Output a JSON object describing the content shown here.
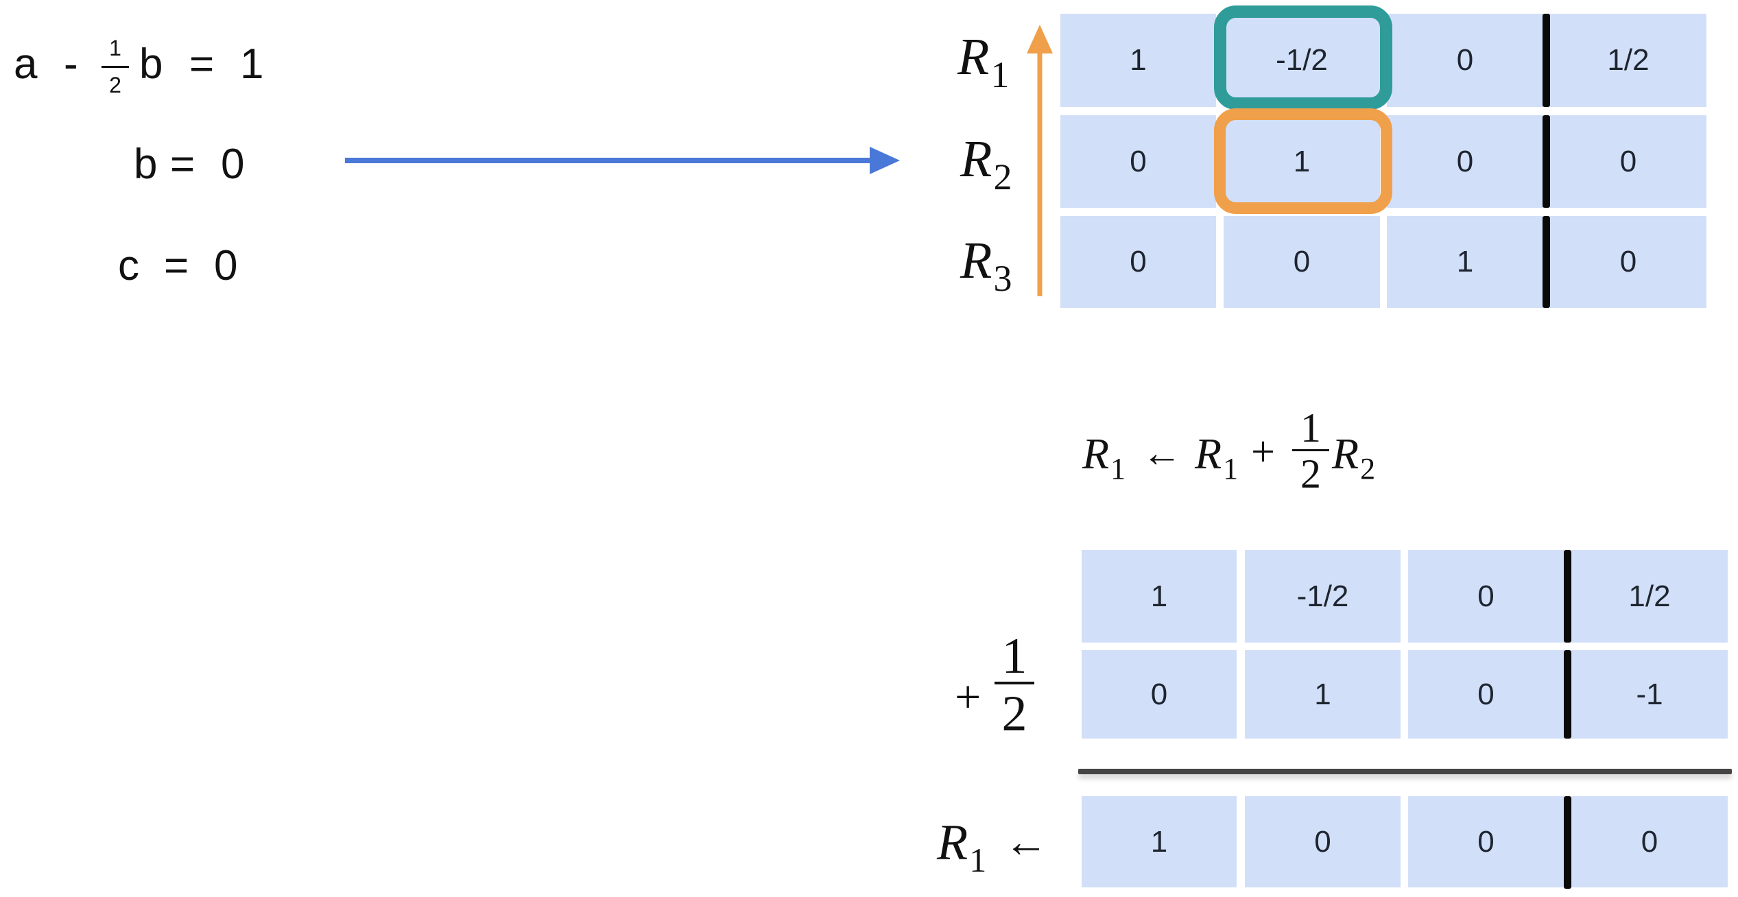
{
  "system_equations": [
    {
      "lhs_var1": "a",
      "op": "-",
      "coef_num": "1",
      "coef_den": "2",
      "lhs_var2": "b",
      "eq": "=",
      "rhs": "1"
    },
    {
      "var": "b",
      "eq": "=",
      "rhs": "0"
    },
    {
      "var": "c",
      "eq": "=",
      "rhs": "0"
    }
  ],
  "colors": {
    "cell_fill": "#d2dff8",
    "pivot_highlight_teal": "#2f9c9a",
    "pivot_highlight_orange": "#f0a04a",
    "arrow_blue": "#4a78d8",
    "arrow_orange": "#f0a04a",
    "augment_divider": "#0a0a0a"
  },
  "top_matrix": {
    "row_labels": [
      {
        "letter": "R",
        "sub": "1"
      },
      {
        "letter": "R",
        "sub": "2"
      },
      {
        "letter": "R",
        "sub": "3"
      }
    ],
    "rows": [
      [
        "1",
        "-1/2",
        "0",
        "1/2"
      ],
      [
        "0",
        "1",
        "0",
        "0"
      ],
      [
        "0",
        "0",
        "1",
        "0"
      ]
    ],
    "highlights": [
      {
        "row": 0,
        "col": 1,
        "color": "teal"
      },
      {
        "row": 1,
        "col": 1,
        "color": "orange"
      }
    ]
  },
  "operation": {
    "target": {
      "letter": "R",
      "sub": "1"
    },
    "arrow": "←",
    "source": {
      "letter": "R",
      "sub": "1"
    },
    "plus": "+",
    "coef_num": "1",
    "coef_den": "2",
    "other": {
      "letter": "R",
      "sub": "2"
    }
  },
  "computation": {
    "row_a": [
      "1",
      "-1/2",
      "0",
      "1/2"
    ],
    "multiplier": {
      "plus": "+",
      "num": "1",
      "den": "2"
    },
    "row_b": [
      "0",
      "1",
      "0",
      "-1"
    ],
    "result_label": {
      "letter": "R",
      "sub": "1",
      "arrow": "←"
    },
    "result_row": [
      "1",
      "0",
      "0",
      "0"
    ]
  }
}
